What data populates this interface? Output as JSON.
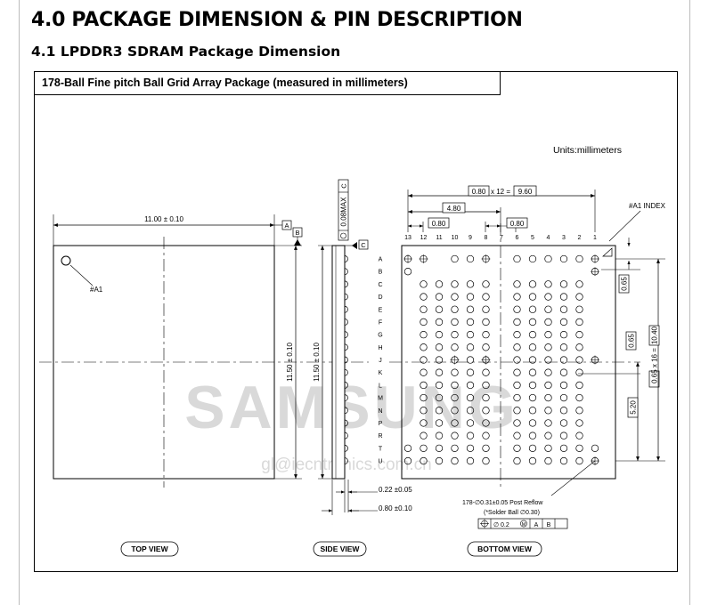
{
  "section_heading": "4.0 PACKAGE DIMENSION & PIN DESCRIPTION",
  "subsection_heading": "4.1 LPDDR3 SDRAM Package Dimension",
  "figure": {
    "title": "178-Ball Fine pitch Ball Grid Array Package (measured in millimeters)",
    "units_note": "Units:millimeters",
    "watermark_logo": "SAMSUNG",
    "watermark_email": "gl@iecntronics.com.cn",
    "top_view": {
      "label": "TOP VIEW",
      "width_dim": "11.00 ± 0.10",
      "height_dim": "11.50 ± 0.10",
      "a1_label": "#A1",
      "datum_a": "A",
      "datum_b": "B"
    },
    "side_view": {
      "label": "SIDE VIEW",
      "height_dim": "11.50 ± 0.10",
      "flatness": "0.08MAX",
      "datum_c": "C",
      "ball_height_dim": "0.22 ±0.05",
      "total_height_dim": "0.80 ±0.10"
    },
    "bottom_view": {
      "label": "BOTTOM VIEW",
      "pitch_x": "0.80",
      "pitch_x_times": "x 12 =",
      "span_x": "9.60",
      "inner_dim": "4.80",
      "pitch_small_a": "0.80",
      "pitch_small_b": "0.80",
      "a1_index": "#A1 INDEX",
      "pitch_y_a": "0.65",
      "pitch_y_b": "0.65",
      "pitch_y_formula": "0.65 x 16 =",
      "span_y": "10.40",
      "half_y": "5.20",
      "ball_note": "178-∅0.31±0.05 Post Reflow",
      "ball_note2": "(*Solder Ball ∅0.30)",
      "fcf_tolerance": "∅ 0.2",
      "fcf_m": "M",
      "fcf_a": "A",
      "fcf_b": "B",
      "columns": [
        "13",
        "12",
        "11",
        "10",
        "9",
        "8",
        "7",
        "6",
        "5",
        "4",
        "3",
        "2",
        "1"
      ],
      "rows": [
        "A",
        "B",
        "C",
        "D",
        "E",
        "F",
        "G",
        "H",
        "J",
        "K",
        "L",
        "M",
        "N",
        "P",
        "R",
        "T",
        "U"
      ]
    }
  }
}
